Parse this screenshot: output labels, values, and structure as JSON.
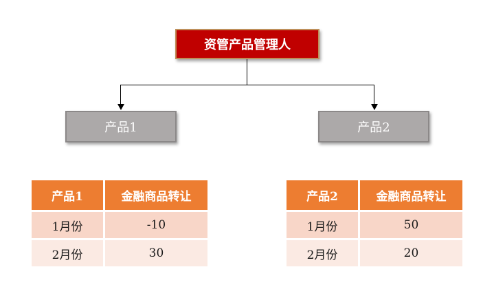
{
  "diagram": {
    "root": {
      "label": "资管产品管理人"
    },
    "children": [
      {
        "label": "产品1"
      },
      {
        "label": "产品2"
      }
    ]
  },
  "tables": [
    {
      "headers": [
        "产品1",
        "金融商品转让"
      ],
      "rows": [
        [
          "1月份",
          "-10"
        ],
        [
          "2月份",
          "30"
        ]
      ]
    },
    {
      "headers": [
        "产品2",
        "金融商品转让"
      ],
      "rows": [
        [
          "1月份",
          "50"
        ],
        [
          "2月份",
          "20"
        ]
      ]
    }
  ],
  "colors": {
    "root_fill": "#C00000",
    "root_border": "#BE8F5A",
    "root_text": "#FFFFFF",
    "child_fill": "#ACA9A9",
    "child_border": "#8B8888",
    "child_text": "#FFFFFF",
    "table_header_fill": "#ED7D31",
    "table_header_text": "#FFFFFF",
    "table_band1_fill": "#F8D6C8",
    "table_band2_fill": "#FBEAE3",
    "table_body_text": "#1A1A1A",
    "connector": "#000000"
  }
}
